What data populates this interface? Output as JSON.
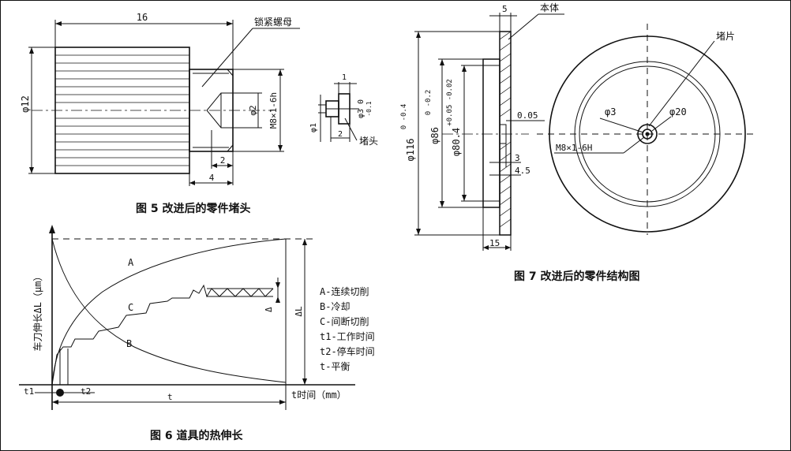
{
  "fig5": {
    "caption": "图 5 改进后的零件堵头",
    "dim_16": "16",
    "dim_phi12": "φ12",
    "dim_thread": "M8×1-6h",
    "dim_phi2": "φ2",
    "dim_2": "2",
    "dim_4": "4",
    "label_locknut": "锁紧螺母",
    "dim_1": "1",
    "dim_phi3": "φ3 0",
    "dim_phi3_tol": "-0.1",
    "dim_phi1": "φ1",
    "dim_2b": "2",
    "label_plug": "堵头"
  },
  "fig6": {
    "caption": "图 6 道具的热伸长",
    "ylabel": "车刀伸长ΔL（μm）",
    "xlabel": "t时间（mm）",
    "curve_a": "A",
    "curve_b": "B",
    "curve_c": "C",
    "delta_small": "Δ",
    "delta_L": "ΔL",
    "t1": "t1",
    "t2": "t2",
    "t": "t",
    "legend": [
      "A-连续切削",
      "B-冷却",
      "C-间断切削",
      "t1-工作时间",
      "t2-停车时间",
      "t-平衡"
    ]
  },
  "fig7": {
    "caption": "图 7 改进后的零件结构图",
    "dim_5": "5",
    "label_body": "本体",
    "label_plate": "堵片",
    "dim_phi116": "φ116",
    "dim_phi116_tol": "0 -0.4",
    "dim_phi86": "φ86",
    "dim_phi86_tol": "0 -0.2",
    "dim_phi80": "φ80.4",
    "dim_phi80_tol": "+0.05 -0.02",
    "dim_005": "0.05",
    "dim_3": "3",
    "dim_45": "4.5",
    "dim_15": "15",
    "dim_phi3": "φ3",
    "dim_phi20": "φ20",
    "dim_thread": "M8×1-6H"
  }
}
